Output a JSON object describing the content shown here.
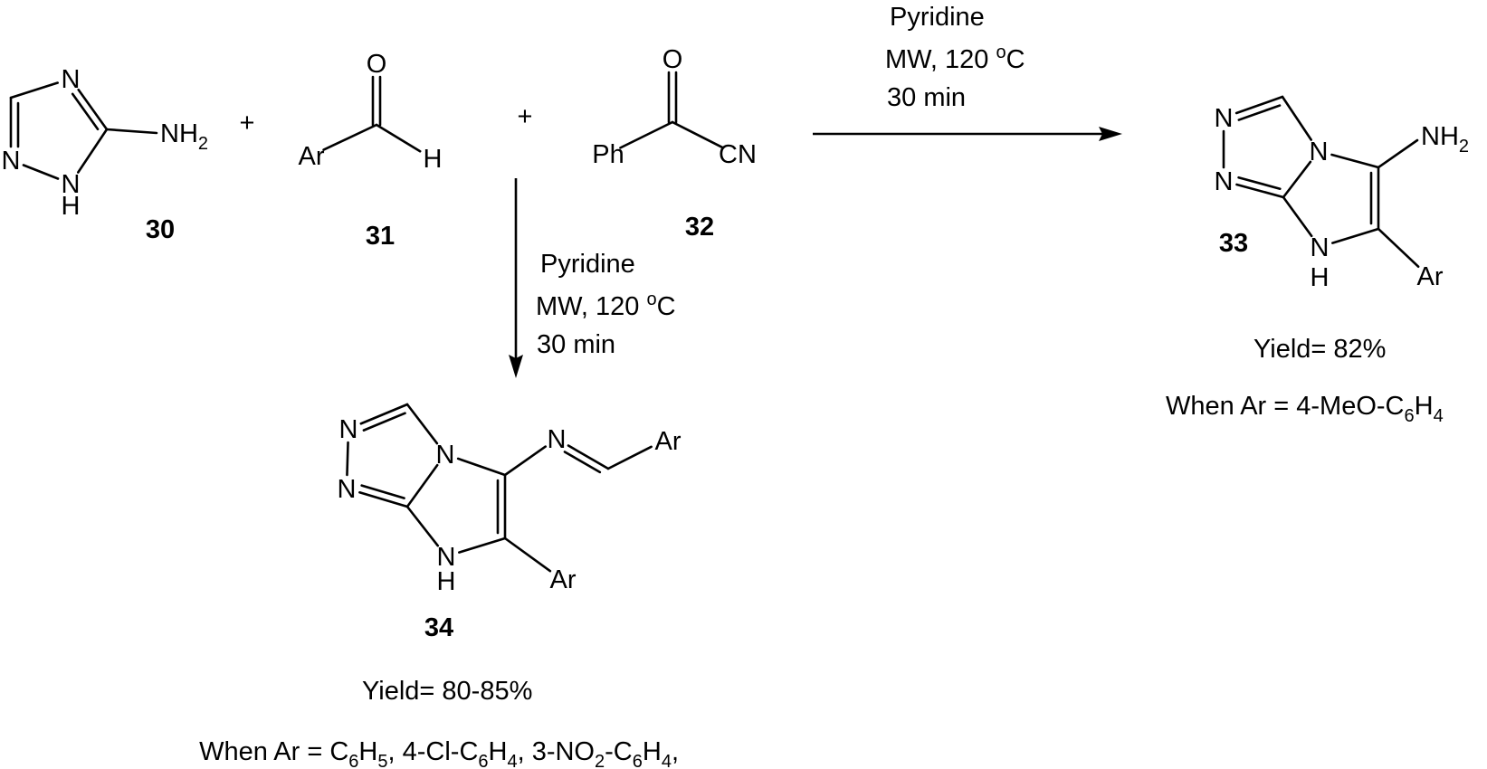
{
  "compounds": {
    "c30": {
      "number": "30",
      "n_top": "N",
      "n_left": "N",
      "nh_n": "N",
      "nh_h": "H",
      "nh2": "NH",
      "nh2_sub": "2"
    },
    "c31": {
      "number": "31",
      "o": "O",
      "ar": "Ar",
      "h": "H"
    },
    "c32": {
      "number": "32",
      "o": "O",
      "ph": "Ph",
      "cn": "CN"
    },
    "c33": {
      "number": "33",
      "n_top": "N",
      "n_bottom": "N",
      "n_bridge": "N",
      "nh_n": "N",
      "nh_h": "H",
      "nh2": "NH",
      "nh2_sub": "2",
      "ar": "Ar",
      "yield": "Yield= 82%",
      "condition": "When Ar = 4-MeO-C6H4"
    },
    "c34": {
      "number": "34",
      "n_top": "N",
      "n_bottom": "N",
      "n_bridge": "N",
      "n_imine": "N",
      "ar_imine": "Ar",
      "nh_n": "N",
      "nh_h": "H",
      "ar": "Ar",
      "yield": "Yield= 80-85%",
      "condition": "When Ar = C6H5, 4-Cl-C6H4, 3-NO2-C6H4,"
    }
  },
  "plus": "+",
  "conditions_horizontal": {
    "solvent": "Pyridine",
    "temp_prefix": "MW, 120 ",
    "temp_sup": "o",
    "temp_unit": "C",
    "time": "30 min"
  },
  "conditions_vertical": {
    "solvent": "Pyridine",
    "temp_prefix": "MW, 120 ",
    "temp_sup": "o",
    "temp_unit": "C",
    "time": "30 min"
  }
}
